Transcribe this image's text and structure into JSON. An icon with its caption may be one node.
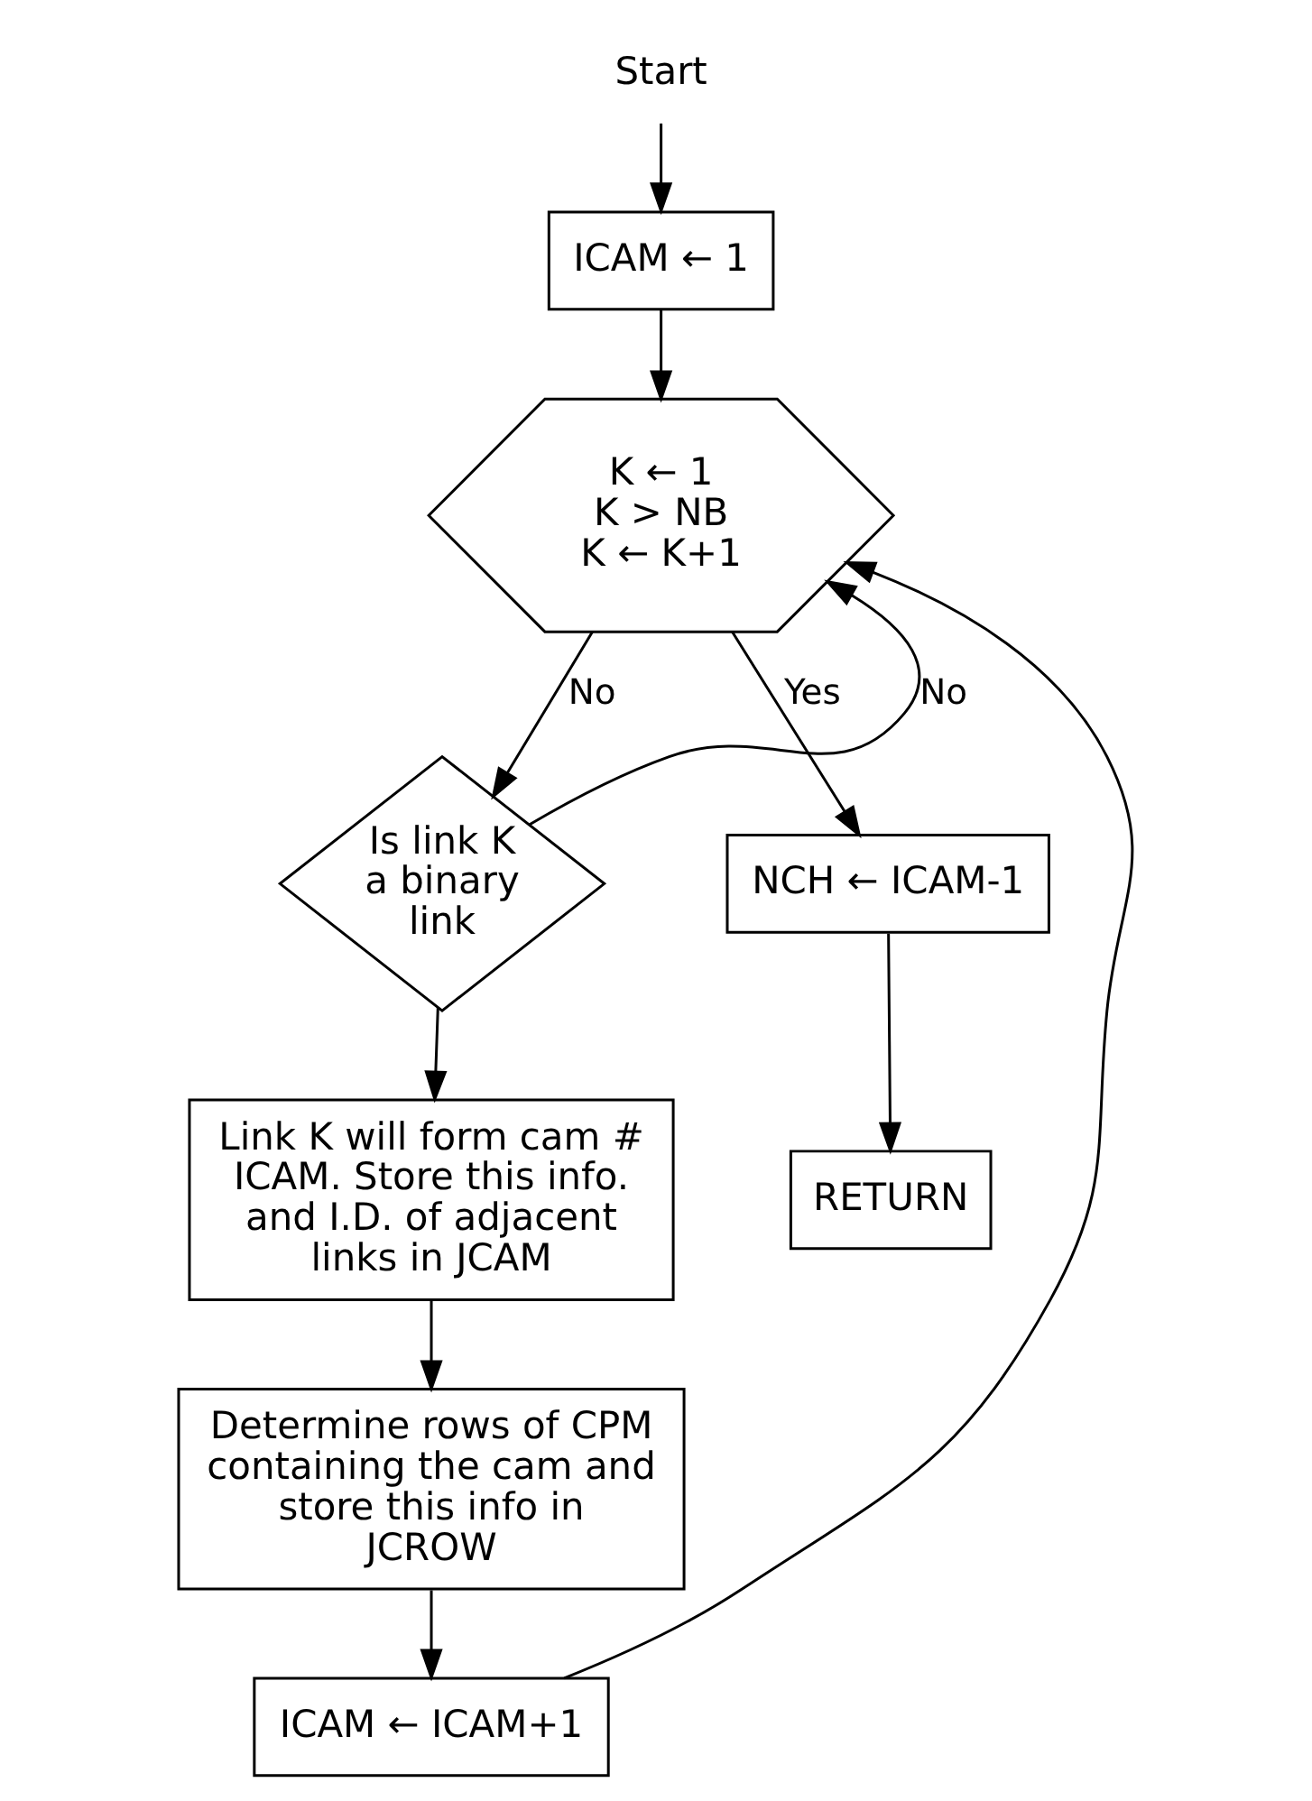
{
  "diagram": {
    "nodes": [
      {
        "text": [
          "Start"
        ]
      },
      {
        "text": [
          "ICAM ← 1"
        ]
      },
      {
        "text": [
          "K ← 1",
          "K > NB",
          "K ← K+1"
        ]
      },
      {
        "text": [
          "Is link K a binary link"
        ]
      },
      {
        "text": [
          "Link K will form cam # ICAM. Store this info. and I.D. of adjacent links in JCAM"
        ]
      },
      {
        "text": [
          "Determine rows of CPM containing the cam and store this info in JCROW"
        ]
      },
      {
        "text": [
          "ICAM ← ICAM+1"
        ]
      },
      {
        "text": [
          "NCH ← ICAM-1"
        ]
      },
      {
        "text": [
          "RETURN"
        ]
      }
    ],
    "edges": [
      {
        "from": 0,
        "to": 1,
        "arrow": "to"
      },
      {
        "from": 1,
        "to": 2,
        "arrow": "to"
      },
      {
        "from": 2,
        "to": 3,
        "arrow": "to",
        "label": "No"
      },
      {
        "from": 2,
        "to": 7,
        "arrow": "to",
        "label": "Yes"
      },
      {
        "from": 7,
        "to": 8,
        "arrow": "to"
      },
      {
        "from": 3,
        "to": 4,
        "arrow": "to"
      },
      {
        "from": 3,
        "to": 2,
        "arrow": "to",
        "label": "No"
      },
      {
        "from": 4,
        "to": 5,
        "arrow": "to"
      },
      {
        "from": 5,
        "to": 6,
        "arrow": "to"
      },
      {
        "from": 6,
        "to": 2,
        "arrow": "to"
      }
    ]
  }
}
